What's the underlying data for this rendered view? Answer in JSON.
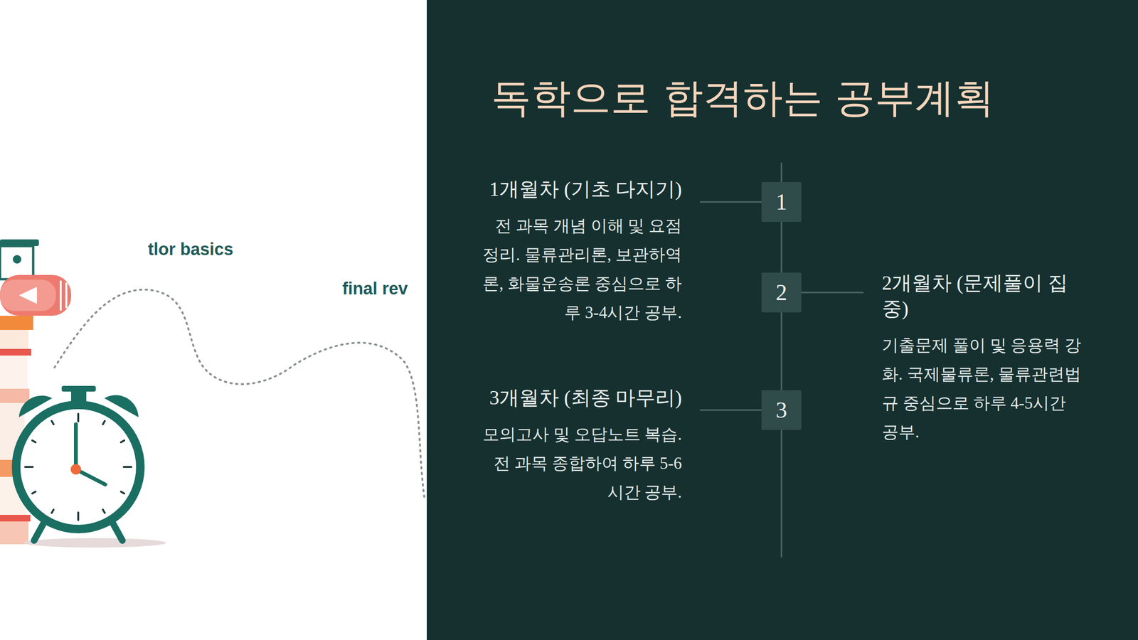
{
  "diagram": {
    "title": "독학으로 합격하는 공부계획",
    "nodes": [
      {
        "text": [
          "1개월차 (기초 다지기)",
          "전 과목 개념 이해 및 요점 정리. 물류관리론, 보관하역론, 화물운송론 중심으로 하루 3-4시간 공부."
        ]
      },
      {
        "text": [
          "1"
        ]
      },
      {
        "text": [
          "2"
        ]
      },
      {
        "text": [
          "2개월차 (문제풀이 집중)",
          "기출문제 풀이 및 응용력 강화. 국제물류론, 물류관련법규 중심으로 하루 4-5시간 공부."
        ]
      },
      {
        "text": [
          "3개월차 (최종 마무리)",
          "모의고사 및 오답노트 복습. 전 과목 종합하여 하루 5-6시간 공부."
        ]
      },
      {
        "text": [
          "3"
        ]
      }
    ],
    "edges": [
      {
        "from": 0,
        "to": 1,
        "arrow": "none"
      },
      {
        "from": 1,
        "to": 2,
        "arrow": "none"
      },
      {
        "from": 2,
        "to": 3,
        "arrow": "none"
      },
      {
        "from": 2,
        "to": 5,
        "arrow": "none"
      },
      {
        "from": 4,
        "to": 5,
        "arrow": "none"
      }
    ],
    "labels": [
      "tlor basics",
      "final rev"
    ]
  }
}
